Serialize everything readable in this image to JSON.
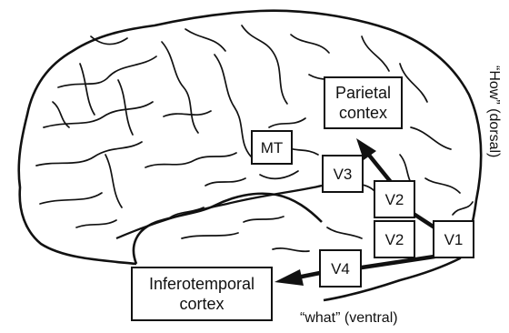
{
  "diagram": {
    "regions": {
      "parietal": "Parietal contex",
      "mt": "MT",
      "v3": "V3",
      "v2_upper": "V2",
      "v2_lower": "V2",
      "v1": "V1",
      "v4": "V4",
      "inferotemporal": "Inferotemporal cortex"
    },
    "streams": {
      "dorsal": "“How” (dorsal)",
      "ventral": "“what” (ventral)"
    },
    "colors": {
      "ink": "#111111",
      "background": "#ffffff"
    }
  }
}
